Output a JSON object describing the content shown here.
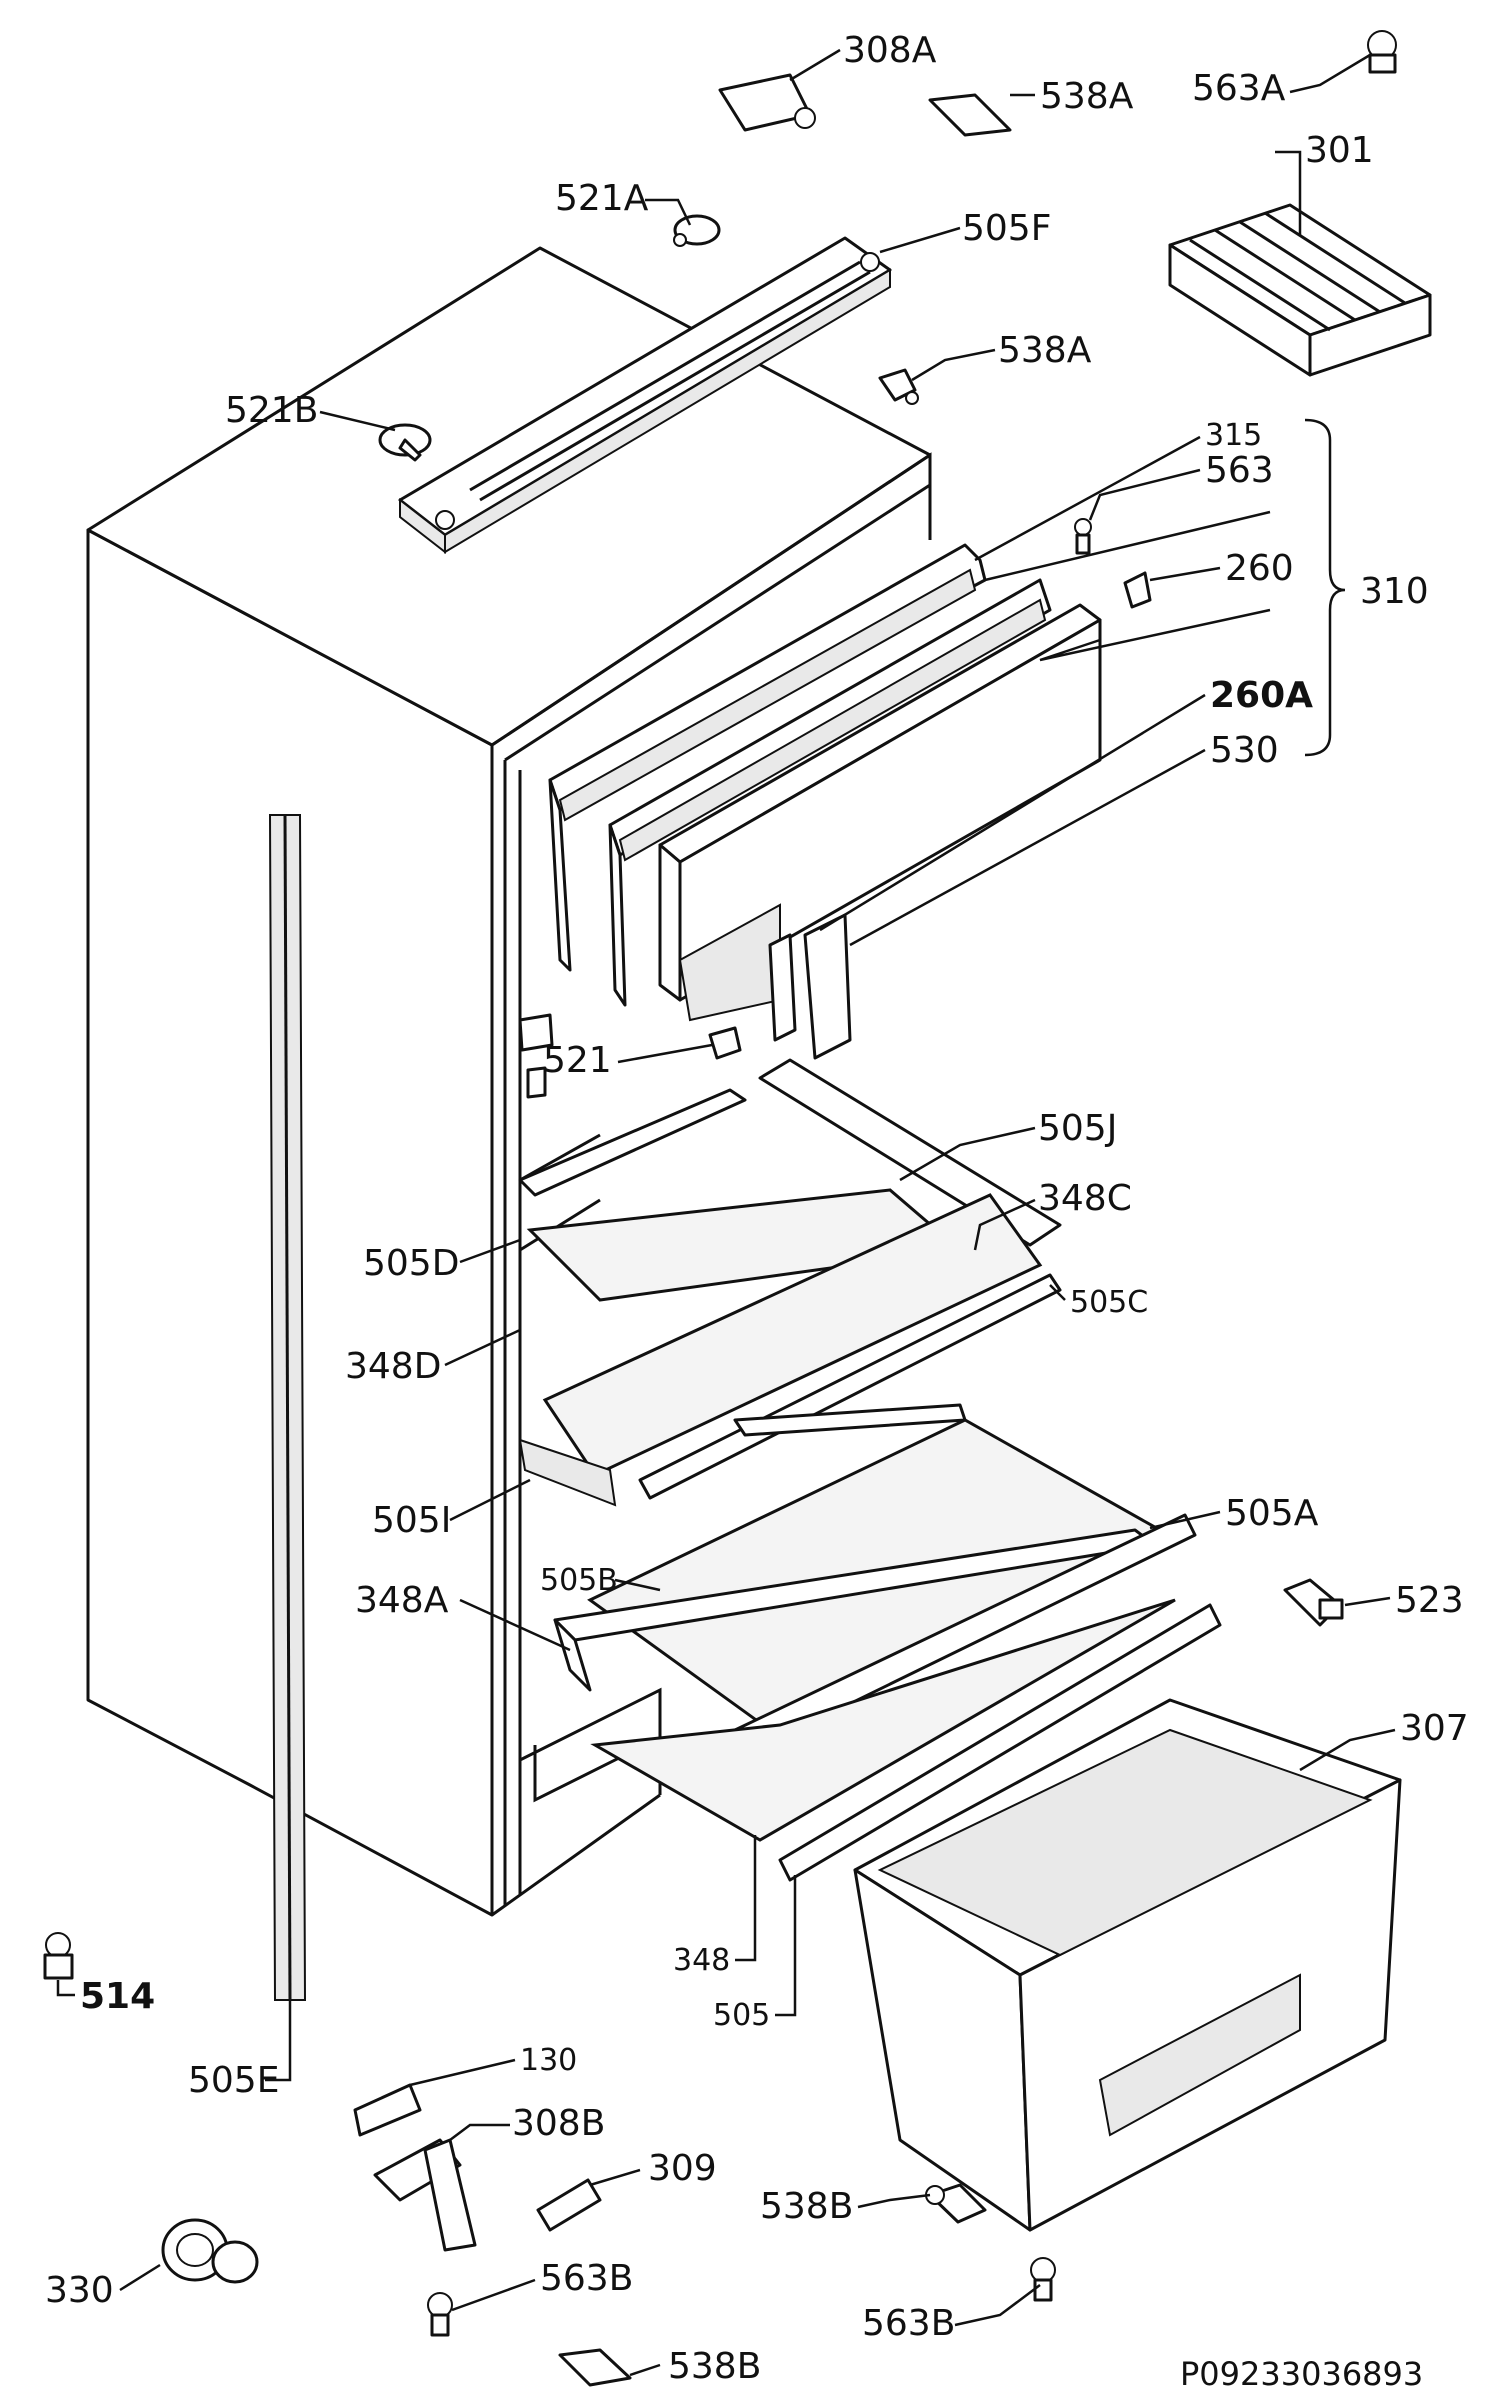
{
  "labels": {
    "p308A": "308A",
    "p538A_top": "538A",
    "p563A": "563A",
    "p301": "301",
    "p521A": "521A",
    "p505F": "505F",
    "p538A_mid": "538A",
    "p521B": "521B",
    "p315": "315",
    "p563": "563",
    "p260": "260",
    "p310": "310",
    "p260A": "260A",
    "p530": "530",
    "p521": "521",
    "p505J": "505J",
    "p348C": "348C",
    "p505D": "505D",
    "p505C": "505C",
    "p348D": "348D",
    "p505I": "505I",
    "p505A": "505A",
    "p505B": "505B",
    "p348A": "348A",
    "p523": "523",
    "p307": "307",
    "p348": "348",
    "p505": "505",
    "p514": "514",
    "p505E": "505E",
    "p130": "130",
    "p308B": "308B",
    "p309": "309",
    "p538B_right": "538B",
    "p330": "330",
    "p563B_left": "563B",
    "p563B_right": "563B",
    "p538B_bottom": "538B"
  },
  "doc_code": "P09233036893"
}
